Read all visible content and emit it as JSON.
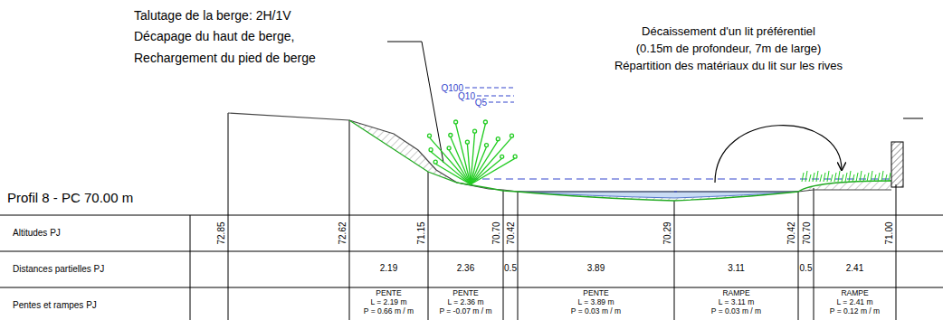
{
  "diagram": {
    "labels": [
      "Talutage de la berge: 2H/1V",
      "Décapage du haut de berge,",
      "Rechargement du pied de berge",
      "Décaissement d'un lit préférentiel",
      "(0.15m de profondeur, 7m de large)",
      "Répartition des matériaux du lit sur les rives",
      "Q100",
      "Q10",
      "Q5",
      "Profil 8 - PC 70.00 m",
      "Altitudes PJ",
      "Distances partielles PJ",
      "Pentes et rampes PJ",
      "72.85",
      "72.62",
      "71.15",
      "70.70",
      "70.42",
      "70.29",
      "70.42",
      "70.70",
      "71.00",
      "2.19",
      "2.36",
      "0.5",
      "3.89",
      "3.11",
      "0.5",
      "2.41",
      "PENTE",
      "L = 2.19 m",
      "P = 0.66 m / m",
      "PENTE",
      "L = 2.36 m",
      "P = -0.07 m / m",
      "PENTE",
      "L = 3.89 m",
      "P = 0.03 m / m",
      "RAMPE",
      "L = 3.11 m",
      "P = 0.03 m / m",
      "RAMPE",
      "L = 2.41 m",
      "P = 0.12 m / m"
    ]
  }
}
